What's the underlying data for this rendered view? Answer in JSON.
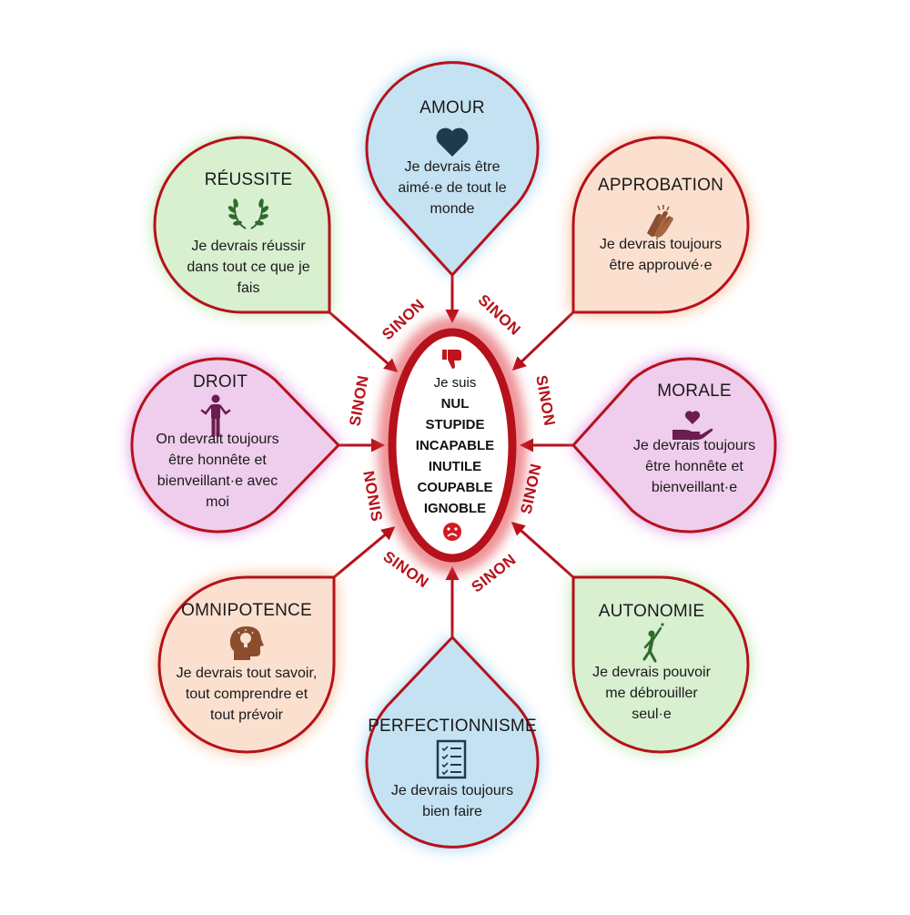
{
  "center": {
    "intro": "Je suis",
    "words": [
      "NUL",
      "STUPIDE",
      "INCAPABLE",
      "INUTILE",
      "COUPABLE",
      "IGNOBLE"
    ]
  },
  "connector_label": "SINON",
  "connector_label_flipped": "NONIS",
  "colors": {
    "border": "#b5121b",
    "blue_fill": "#c5e2f3",
    "green_fill": "#d8efd0",
    "orange_fill": "#fbe0cf",
    "pink_fill": "#efcdec"
  },
  "petals": [
    {
      "key": "amour",
      "title": "AMOUR",
      "icon": "heart-icon",
      "lines": [
        "Je devrais être",
        "aimé·e de tout le",
        "monde"
      ]
    },
    {
      "key": "approbation",
      "title": "APPROBATION",
      "icon": "clapping-hands-icon",
      "lines": [
        "Je devrais toujours",
        "être approuvé·e"
      ]
    },
    {
      "key": "morale",
      "title": "MORALE",
      "icon": "heart-in-hand-icon",
      "lines": [
        "Je devrais toujours",
        "être honnête et",
        "bienveillant·e"
      ]
    },
    {
      "key": "autonomie",
      "title": "AUTONOMIE",
      "icon": "reaching-person-icon",
      "lines": [
        "Je devrais pouvoir",
        "me débrouiller",
        "seul·e"
      ]
    },
    {
      "key": "perfectionnisme",
      "title": "PERFECTIONNISME",
      "icon": "checklist-icon",
      "lines": [
        "Je devrais toujours",
        "bien faire"
      ]
    },
    {
      "key": "omnipotence",
      "title": "OMNIPOTENCE",
      "icon": "head-lightbulb-icon",
      "lines": [
        "Je devrais tout savoir,",
        "tout comprendre et",
        "tout prévoir"
      ]
    },
    {
      "key": "droit",
      "title": "DROIT",
      "icon": "person-shrug-icon",
      "lines": [
        "On devrait toujours",
        "être honnête et",
        "bienveillant·e avec",
        "moi"
      ]
    },
    {
      "key": "reussite",
      "title": "RÉUSSITE",
      "icon": "laurel-wreath-icon",
      "lines": [
        "Je devrais réussir",
        "dans tout ce que je",
        "fais"
      ]
    }
  ]
}
